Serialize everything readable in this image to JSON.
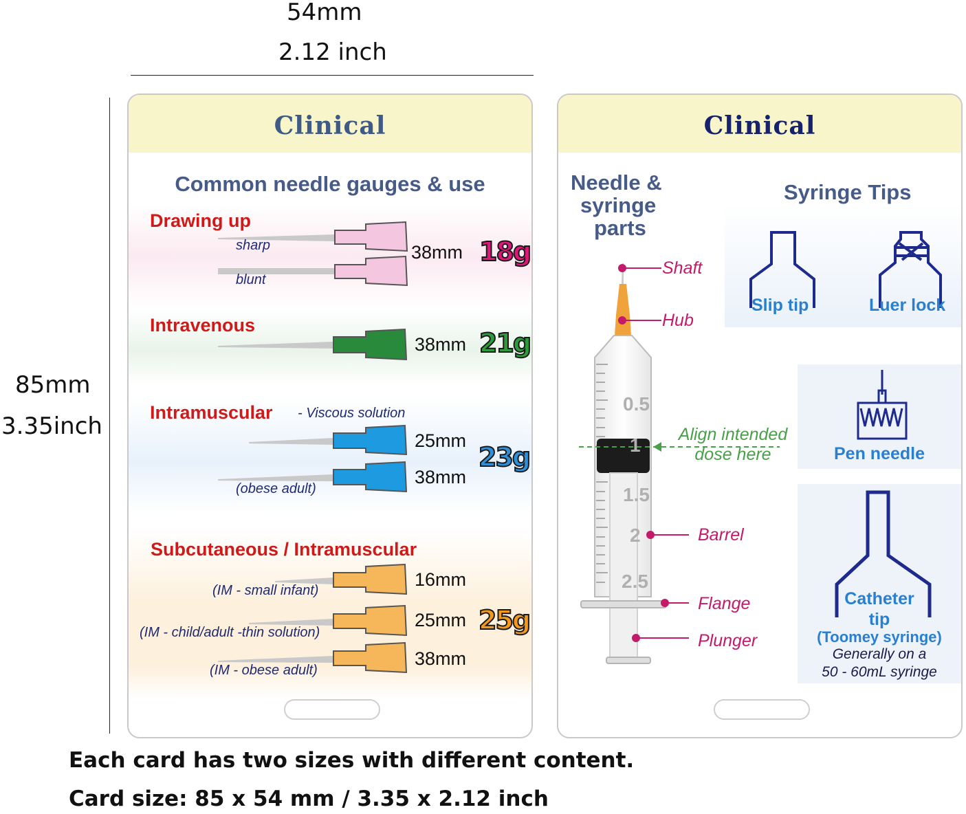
{
  "dimensions": {
    "width_mm": "54mm",
    "width_inch": "2.12 inch",
    "height_mm": "85mm",
    "height_inch": "3.35inch"
  },
  "left_card": {
    "title": "Clinical",
    "heading": "Common needle gauges & use",
    "sections": [
      {
        "title": "Drawing up",
        "notes": [
          "sharp",
          "blunt"
        ],
        "lengths": [
          "38mm"
        ],
        "gauge": "18g",
        "gauge_color": "#e0177a",
        "hub_color": "#f4c6e0"
      },
      {
        "title": "Intravenous",
        "notes": [],
        "lengths": [
          "38mm"
        ],
        "gauge": "21g",
        "gauge_color": "#2e9b3a",
        "hub_color": "#2a8a3c"
      },
      {
        "title": "Intramuscular",
        "subtitle": "- Viscous solution",
        "notes": [
          "(obese adult)"
        ],
        "lengths": [
          "25mm",
          "38mm"
        ],
        "gauge": "23g",
        "gauge_color": "#2f8fd8",
        "hub_color": "#1e9be0"
      },
      {
        "title": "Subcutaneous / Intramuscular",
        "notes": [
          "(IM - small infant)",
          "(IM - child/adult -thin solution)",
          "(IM - obese adult)"
        ],
        "lengths": [
          "16mm",
          "25mm",
          "38mm"
        ],
        "gauge": "25g",
        "gauge_color": "#f39a1e",
        "hub_color": "#f6b65a"
      }
    ]
  },
  "right_card": {
    "title": "Clinical",
    "parts_heading": [
      "Needle &",
      "syringe",
      "parts"
    ],
    "parts": {
      "shaft": "Shaft",
      "hub": "Hub",
      "barrel": "Barrel",
      "flange": "Flange",
      "plunger": "Plunger"
    },
    "scale": [
      "0.5",
      "1",
      "1.5",
      "2",
      "2.5"
    ],
    "align_note": [
      "Align intended",
      "dose here"
    ],
    "tips_heading": "Syringe Tips",
    "tips": {
      "slip": "Slip tip",
      "luer": "Luer lock",
      "pen": "Pen needle",
      "catheter": [
        "Catheter",
        "tip"
      ],
      "toomey": "(Toomey syringe)",
      "general": [
        "Generally on a",
        "50 - 60mL syringe"
      ]
    },
    "colors": {
      "label_pink": "#c41a6a",
      "tip_blue": "#2a7fcf",
      "outline_navy": "#1e2a8c",
      "align_green": "#4aa04a"
    }
  },
  "footer": {
    "line1": "Each card has two sizes with different content.",
    "line2": "Card size: 85 x 54 mm / 3.35 x 2.12 inch"
  }
}
